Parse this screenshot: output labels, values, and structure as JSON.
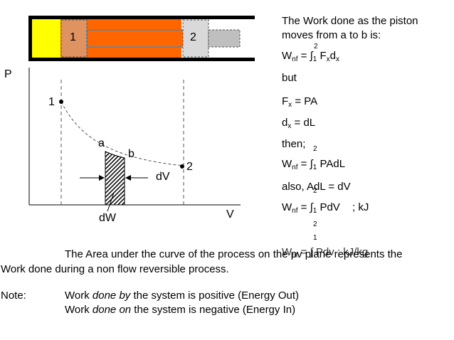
{
  "diagram": {
    "piston_label_1": "1",
    "piston_label_2": "2",
    "axis_p": "P",
    "axis_v": "V",
    "point_1": "1",
    "point_2": "2",
    "point_a": "a",
    "point_b": "b",
    "strip_dv": "dV",
    "strip_dw": "dW",
    "colors": {
      "cylinder_wall": "#000000",
      "piston_face": "#ffff00",
      "gas": "#ff6600",
      "ghost_piston": "#d9d9d9",
      "ghost_rod": "#bfbfbf",
      "strip_hatch": "#000000"
    }
  },
  "equations": {
    "intro_line1": "The Work done as the piston",
    "intro_line2": "moves from a to b is:",
    "eq1_w": "W",
    "eq1_sub": "nf",
    "eq1_eq": " = ∫",
    "eq1_lo": "1",
    "eq1_hi": "2",
    "eq1_f": "F",
    "eq1_fsub": "x",
    "eq1_d": "d",
    "eq1_dsub": "x",
    "but": "but",
    "eq2_f": "F",
    "eq2_sub": "x",
    "eq2_rest": " = PA",
    "eq3_d": "d",
    "eq3_sub": "x",
    "eq3_rest": " = dL",
    "then": "then;",
    "eq4_hi": "2",
    "eq4_w": "W",
    "eq4_sub": "nf",
    "eq4_eq": " = ∫",
    "eq4_lo": "1",
    "eq4_rest": " PAdL",
    "also": "also, AdL = dV",
    "also_stray": "2",
    "eq5_w": "W",
    "eq5_sub": "nf",
    "eq5_eq": " = ∫",
    "eq5_lo": "1",
    "eq5_rest": " PdV",
    "eq5_unit": "; kJ",
    "eq5_hi": "2",
    "eq6_lo": "1",
    "eq6_text": "W",
    "eq6_sub": "nf",
    "eq6_rest": " = ∫ Pdv   ; kJ/kg"
  },
  "text": {
    "area_line1_a": "The Area under the curve of the process on ",
    "area_line1_b": "the pv plane represents the",
    "area_line2": "Work done during a non flow reversible process.",
    "note_label": "Note:",
    "note1_a": "Work ",
    "note1_em": "done by",
    "note1_b": " the system is positive (Energy Out)",
    "note2_a": "Work ",
    "note2_em": "done on",
    "note2_b": " the system is negative (Energy In)"
  }
}
